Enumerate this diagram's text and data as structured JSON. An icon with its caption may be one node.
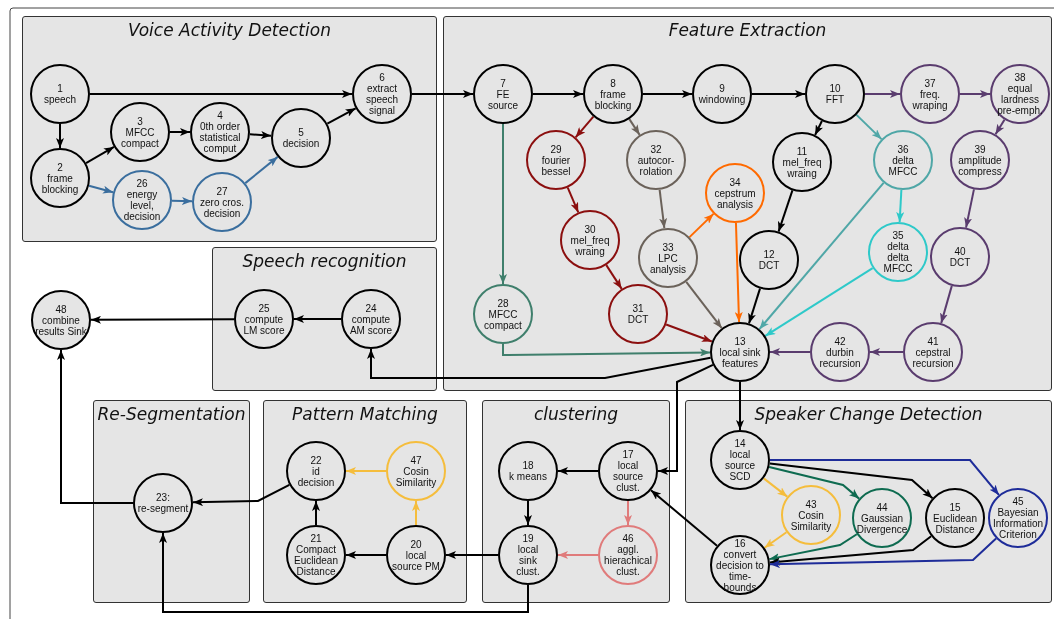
{
  "diagram": {
    "nodes": [
      {
        "text": [
          "Voice Activity Detection"
        ]
      },
      {
        "text": [
          "1",
          "speech"
        ],
        "in": 0
      },
      {
        "text": [
          "2",
          "frame blocking"
        ],
        "in": 0
      },
      {
        "text": [
          "3",
          "MFCC compact"
        ],
        "in": 0
      },
      {
        "text": [
          "4",
          "0th order statistical comput"
        ],
        "in": 0
      },
      {
        "text": [
          "5",
          "decision"
        ],
        "in": 0
      },
      {
        "text": [
          "6",
          "extract speech signal"
        ],
        "in": 0
      },
      {
        "text": [
          "26",
          "energy level, decision"
        ],
        "in": 0
      },
      {
        "text": [
          "27",
          "zero cros. decision"
        ],
        "in": 0
      },
      {
        "text": [
          "Feature Extraction"
        ]
      },
      {
        "text": [
          "7",
          "FE source"
        ],
        "in": 9
      },
      {
        "text": [
          "8",
          "frame blocking"
        ],
        "in": 9
      },
      {
        "text": [
          "9",
          "windowing"
        ],
        "in": 9
      },
      {
        "text": [
          "10",
          "FFT"
        ],
        "in": 9
      },
      {
        "text": [
          "11",
          "mel_freq wraing"
        ],
        "in": 9
      },
      {
        "text": [
          "12",
          "DCT"
        ],
        "in": 9
      },
      {
        "text": [
          "13",
          "local sink features"
        ],
        "in": 9
      },
      {
        "text": [
          "28",
          "MFCC compact"
        ],
        "in": 9
      },
      {
        "text": [
          "29",
          "fourier bessel"
        ],
        "in": 9
      },
      {
        "text": [
          "30",
          "mel_freq wraing"
        ],
        "in": 9
      },
      {
        "text": [
          "31",
          "DCT"
        ],
        "in": 9
      },
      {
        "text": [
          "32",
          "autocor-rolation"
        ],
        "in": 9
      },
      {
        "text": [
          "33",
          "LPC analysis"
        ],
        "in": 9
      },
      {
        "text": [
          "34",
          "cepstrum analysis"
        ],
        "in": 9
      },
      {
        "text": [
          "35",
          "delta delta MFCC"
        ],
        "in": 9
      },
      {
        "text": [
          "36",
          "delta MFCC"
        ],
        "in": 9
      },
      {
        "text": [
          "37",
          "freq. wraping"
        ],
        "in": 9
      },
      {
        "text": [
          "38",
          "equal lardness pre-emph."
        ],
        "in": 9
      },
      {
        "text": [
          "39",
          "amplitude compress"
        ],
        "in": 9
      },
      {
        "text": [
          "40",
          "DCT"
        ],
        "in": 9
      },
      {
        "text": [
          "41",
          "cepstral recursion"
        ],
        "in": 9
      },
      {
        "text": [
          "42",
          "durbin recursion"
        ],
        "in": 9
      },
      {
        "text": [
          "Speech recognition"
        ]
      },
      {
        "text": [
          "24",
          "compute AM score"
        ],
        "in": 32
      },
      {
        "text": [
          "25",
          "compute LM score"
        ],
        "in": 32
      },
      {
        "text": [
          "48",
          "combine results Sink"
        ]
      },
      {
        "text": [
          "Re-Segmentation"
        ]
      },
      {
        "text": [
          "23:",
          "re-segment"
        ],
        "in": 36
      },
      {
        "text": [
          "Pattern Matching"
        ]
      },
      {
        "text": [
          "20",
          "local source PM"
        ],
        "in": 38
      },
      {
        "text": [
          "21",
          "Compact Euclidean Distance"
        ],
        "in": 38
      },
      {
        "text": [
          "22",
          "id decision"
        ],
        "in": 38
      },
      {
        "text": [
          "47",
          "Cosin Similarity"
        ],
        "in": 38
      },
      {
        "text": [
          "clustering"
        ]
      },
      {
        "text": [
          "17",
          "local source clust."
        ],
        "in": 43
      },
      {
        "text": [
          "18",
          "k means"
        ],
        "in": 43
      },
      {
        "text": [
          "19",
          "local sink clust."
        ],
        "in": 43
      },
      {
        "text": [
          "46",
          "aggl. hierachical clust."
        ],
        "in": 43
      },
      {
        "text": [
          "Speaker Change Detection"
        ]
      },
      {
        "text": [
          "14",
          "local source SCD"
        ],
        "in": 48
      },
      {
        "text": [
          "15",
          "Euclidean Distance"
        ],
        "in": 48
      },
      {
        "text": [
          "16",
          "convert decision to time-bounds"
        ],
        "in": 48
      },
      {
        "text": [
          "43",
          "Cosin Similarity"
        ],
        "in": 48
      },
      {
        "text": [
          "44",
          "Gaussian Divergence"
        ],
        "in": 48
      },
      {
        "text": [
          "45",
          "Bayesian Information Criterion"
        ],
        "in": 48
      }
    ],
    "edges": [
      {
        "from": 1,
        "to": 6,
        "arrow": "to"
      },
      {
        "from": 1,
        "to": 2,
        "arrow": "to"
      },
      {
        "from": 2,
        "to": 3,
        "arrow": "to"
      },
      {
        "from": 3,
        "to": 4,
        "arrow": "to"
      },
      {
        "from": 4,
        "to": 5,
        "arrow": "to"
      },
      {
        "from": 5,
        "to": 6,
        "arrow": "to"
      },
      {
        "from": 2,
        "to": 7,
        "arrow": "to",
        "color": "#3a6e9e"
      },
      {
        "from": 7,
        "to": 8,
        "arrow": "to",
        "color": "#3a6e9e"
      },
      {
        "from": 8,
        "to": 5,
        "arrow": "to",
        "color": "#3a6e9e"
      },
      {
        "from": 6,
        "to": 10,
        "arrow": "to"
      },
      {
        "from": 10,
        "to": 11,
        "arrow": "to"
      },
      {
        "from": 11,
        "to": 12,
        "arrow": "to"
      },
      {
        "from": 12,
        "to": 13,
        "arrow": "to"
      },
      {
        "from": 13,
        "to": 26,
        "arrow": "to",
        "color": "#5a3c6e"
      },
      {
        "from": 26,
        "to": 27,
        "arrow": "to",
        "color": "#5a3c6e"
      },
      {
        "from": 27,
        "to": 28,
        "arrow": "to",
        "color": "#5a3c6e"
      },
      {
        "from": 28,
        "to": 29,
        "arrow": "to",
        "color": "#5a3c6e"
      },
      {
        "from": 29,
        "to": 30,
        "arrow": "to",
        "color": "#5a3c6e"
      },
      {
        "from": 30,
        "to": 31,
        "arrow": "to",
        "color": "#5a3c6e"
      },
      {
        "from": 31,
        "to": 16,
        "arrow": "to",
        "color": "#5a3c6e"
      },
      {
        "from": 11,
        "to": 18,
        "arrow": "to",
        "color": "#8b0f0f"
      },
      {
        "from": 18,
        "to": 19,
        "arrow": "to",
        "color": "#8b0f0f"
      },
      {
        "from": 19,
        "to": 20,
        "arrow": "to",
        "color": "#8b0f0f"
      },
      {
        "from": 20,
        "to": 16,
        "arrow": "to",
        "color": "#8b0f0f"
      },
      {
        "from": 11,
        "to": 21,
        "arrow": "to",
        "color": "#6b625a"
      },
      {
        "from": 21,
        "to": 22,
        "arrow": "to",
        "color": "#6b625a"
      },
      {
        "from": 22,
        "to": 23,
        "arrow": "to",
        "color": "#ff6a00"
      },
      {
        "from": 23,
        "to": 16,
        "arrow": "to",
        "color": "#ff6a00"
      },
      {
        "from": 22,
        "to": 16,
        "arrow": "to",
        "color": "#6b625a"
      },
      {
        "from": 13,
        "to": 14,
        "arrow": "to"
      },
      {
        "from": 14,
        "to": 15,
        "arrow": "to"
      },
      {
        "from": 15,
        "to": 16,
        "arrow": "to"
      },
      {
        "from": 13,
        "to": 25,
        "arrow": "to",
        "color": "#4fa7a7"
      },
      {
        "from": 25,
        "to": 24,
        "arrow": "to",
        "color": "#2ec9c9"
      },
      {
        "from": 25,
        "to": 16,
        "arrow": "to",
        "color": "#4fa7a7"
      },
      {
        "from": 24,
        "to": 16,
        "arrow": "to",
        "color": "#2ec9c9"
      },
      {
        "from": 10,
        "to": 17,
        "arrow": "to",
        "color": "#3f7f6c"
      },
      {
        "from": 17,
        "to": 16,
        "arrow": "to",
        "color": "#3f7f6c"
      },
      {
        "from": 16,
        "to": 33,
        "arrow": "to"
      },
      {
        "from": 33,
        "to": 34,
        "arrow": "to"
      },
      {
        "from": 34,
        "to": 35,
        "arrow": "to"
      },
      {
        "from": 16,
        "to": 49,
        "arrow": "to"
      },
      {
        "from": 16,
        "to": 44,
        "arrow": "to"
      },
      {
        "from": 49,
        "to": 52,
        "arrow": "to",
        "color": "#f5bd3c"
      },
      {
        "from": 49,
        "to": 53,
        "arrow": "to",
        "color": "#0e6b50"
      },
      {
        "from": 49,
        "to": 50,
        "arrow": "to"
      },
      {
        "from": 49,
        "to": 54,
        "arrow": "to",
        "color": "#1e2c99"
      },
      {
        "from": 52,
        "to": 51,
        "arrow": "to",
        "color": "#f5bd3c"
      },
      {
        "from": 53,
        "to": 51,
        "arrow": "to",
        "color": "#0e6b50"
      },
      {
        "from": 50,
        "to": 51,
        "arrow": "to"
      },
      {
        "from": 54,
        "to": 51,
        "arrow": "to",
        "color": "#1e2c99"
      },
      {
        "from": 51,
        "to": 44,
        "arrow": "to"
      },
      {
        "from": 44,
        "to": 45,
        "arrow": "to"
      },
      {
        "from": 45,
        "to": 46,
        "arrow": "to"
      },
      {
        "from": 44,
        "to": 47,
        "arrow": "to",
        "color": "#e07b7b"
      },
      {
        "from": 47,
        "to": 46,
        "arrow": "to",
        "color": "#e07b7b"
      },
      {
        "from": 46,
        "to": 39,
        "arrow": "to"
      },
      {
        "from": 39,
        "to": 40,
        "arrow": "to"
      },
      {
        "from": 40,
        "to": 41,
        "arrow": "to"
      },
      {
        "from": 39,
        "to": 42,
        "arrow": "to",
        "color": "#f5bd3c"
      },
      {
        "from": 42,
        "to": 41,
        "arrow": "to",
        "color": "#f5bd3c"
      },
      {
        "from": 41,
        "to": 37,
        "arrow": "to"
      },
      {
        "from": 46,
        "to": 37,
        "arrow": "to"
      },
      {
        "from": 37,
        "to": 35,
        "arrow": "to"
      }
    ]
  }
}
